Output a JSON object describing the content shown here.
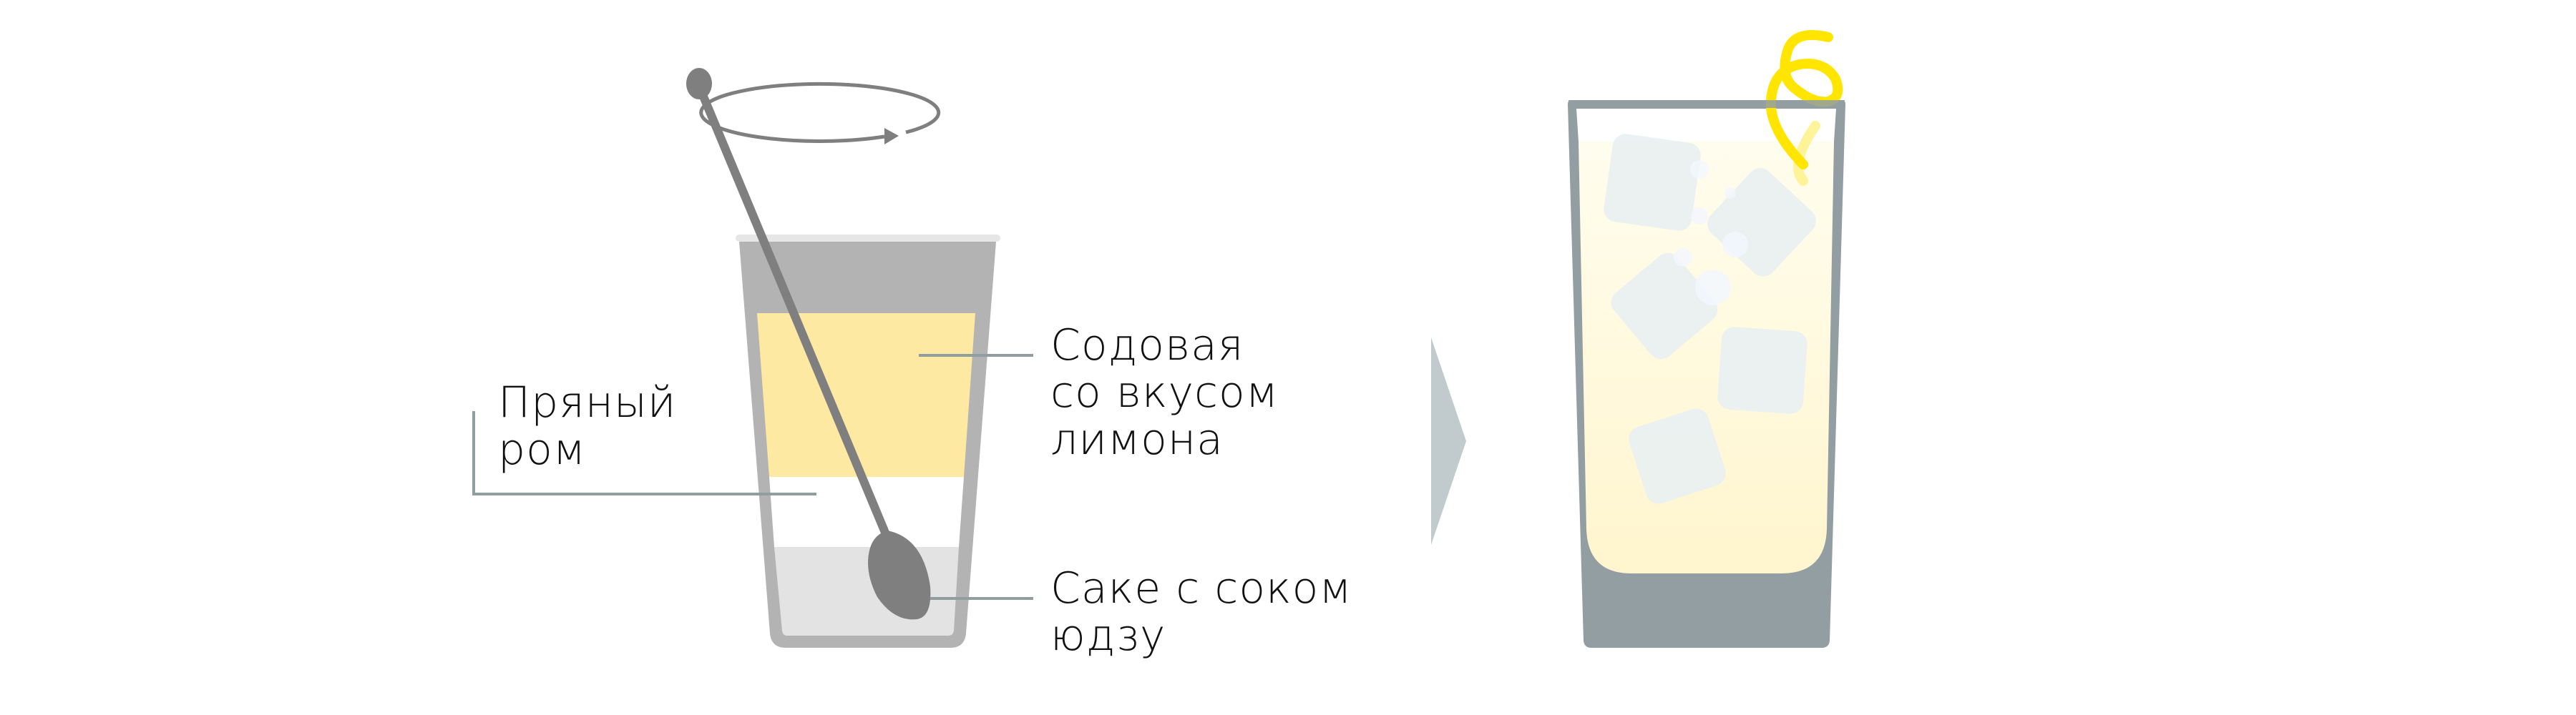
{
  "diagram": {
    "type": "cocktail-preparation-illustration",
    "colors": {
      "background": "#ffffff",
      "glass_left": "#b3b3b3",
      "glass_left_rim": "#e6e6e6",
      "soda_layer": "#fde9a2",
      "rum_layer": "#ffffff",
      "sake_layer": "#e3e3e3",
      "stirrer": "#7f7f7f",
      "leader_line": "#909da1",
      "transition_arrow": "#c1cacc",
      "glass_right": "#929ea2",
      "drink_top": "#fffdee",
      "drink_bottom": "#fff5ce",
      "ice": "#eaf1f2",
      "lemon_twist": "#ffe500",
      "text": "#111111"
    },
    "left_glass": {
      "title": "Layered glass with bar spoon stirring",
      "stir_motion": "circular-arrow",
      "layers": [
        {
          "name": "soda",
          "lines": [
            "Содовая",
            "со вкусом",
            "лимона"
          ]
        },
        {
          "name": "rum",
          "lines": [
            "Пряный",
            "ром"
          ]
        },
        {
          "name": "sake",
          "lines": [
            "Саке с соком",
            "юдзу"
          ]
        }
      ]
    },
    "transition": {
      "icon": "chevron-right-arrow"
    },
    "right_glass": {
      "title": "Finished highball with ice and lemon twist",
      "ice_cubes": 5,
      "garnish": "lemon-twist"
    }
  }
}
